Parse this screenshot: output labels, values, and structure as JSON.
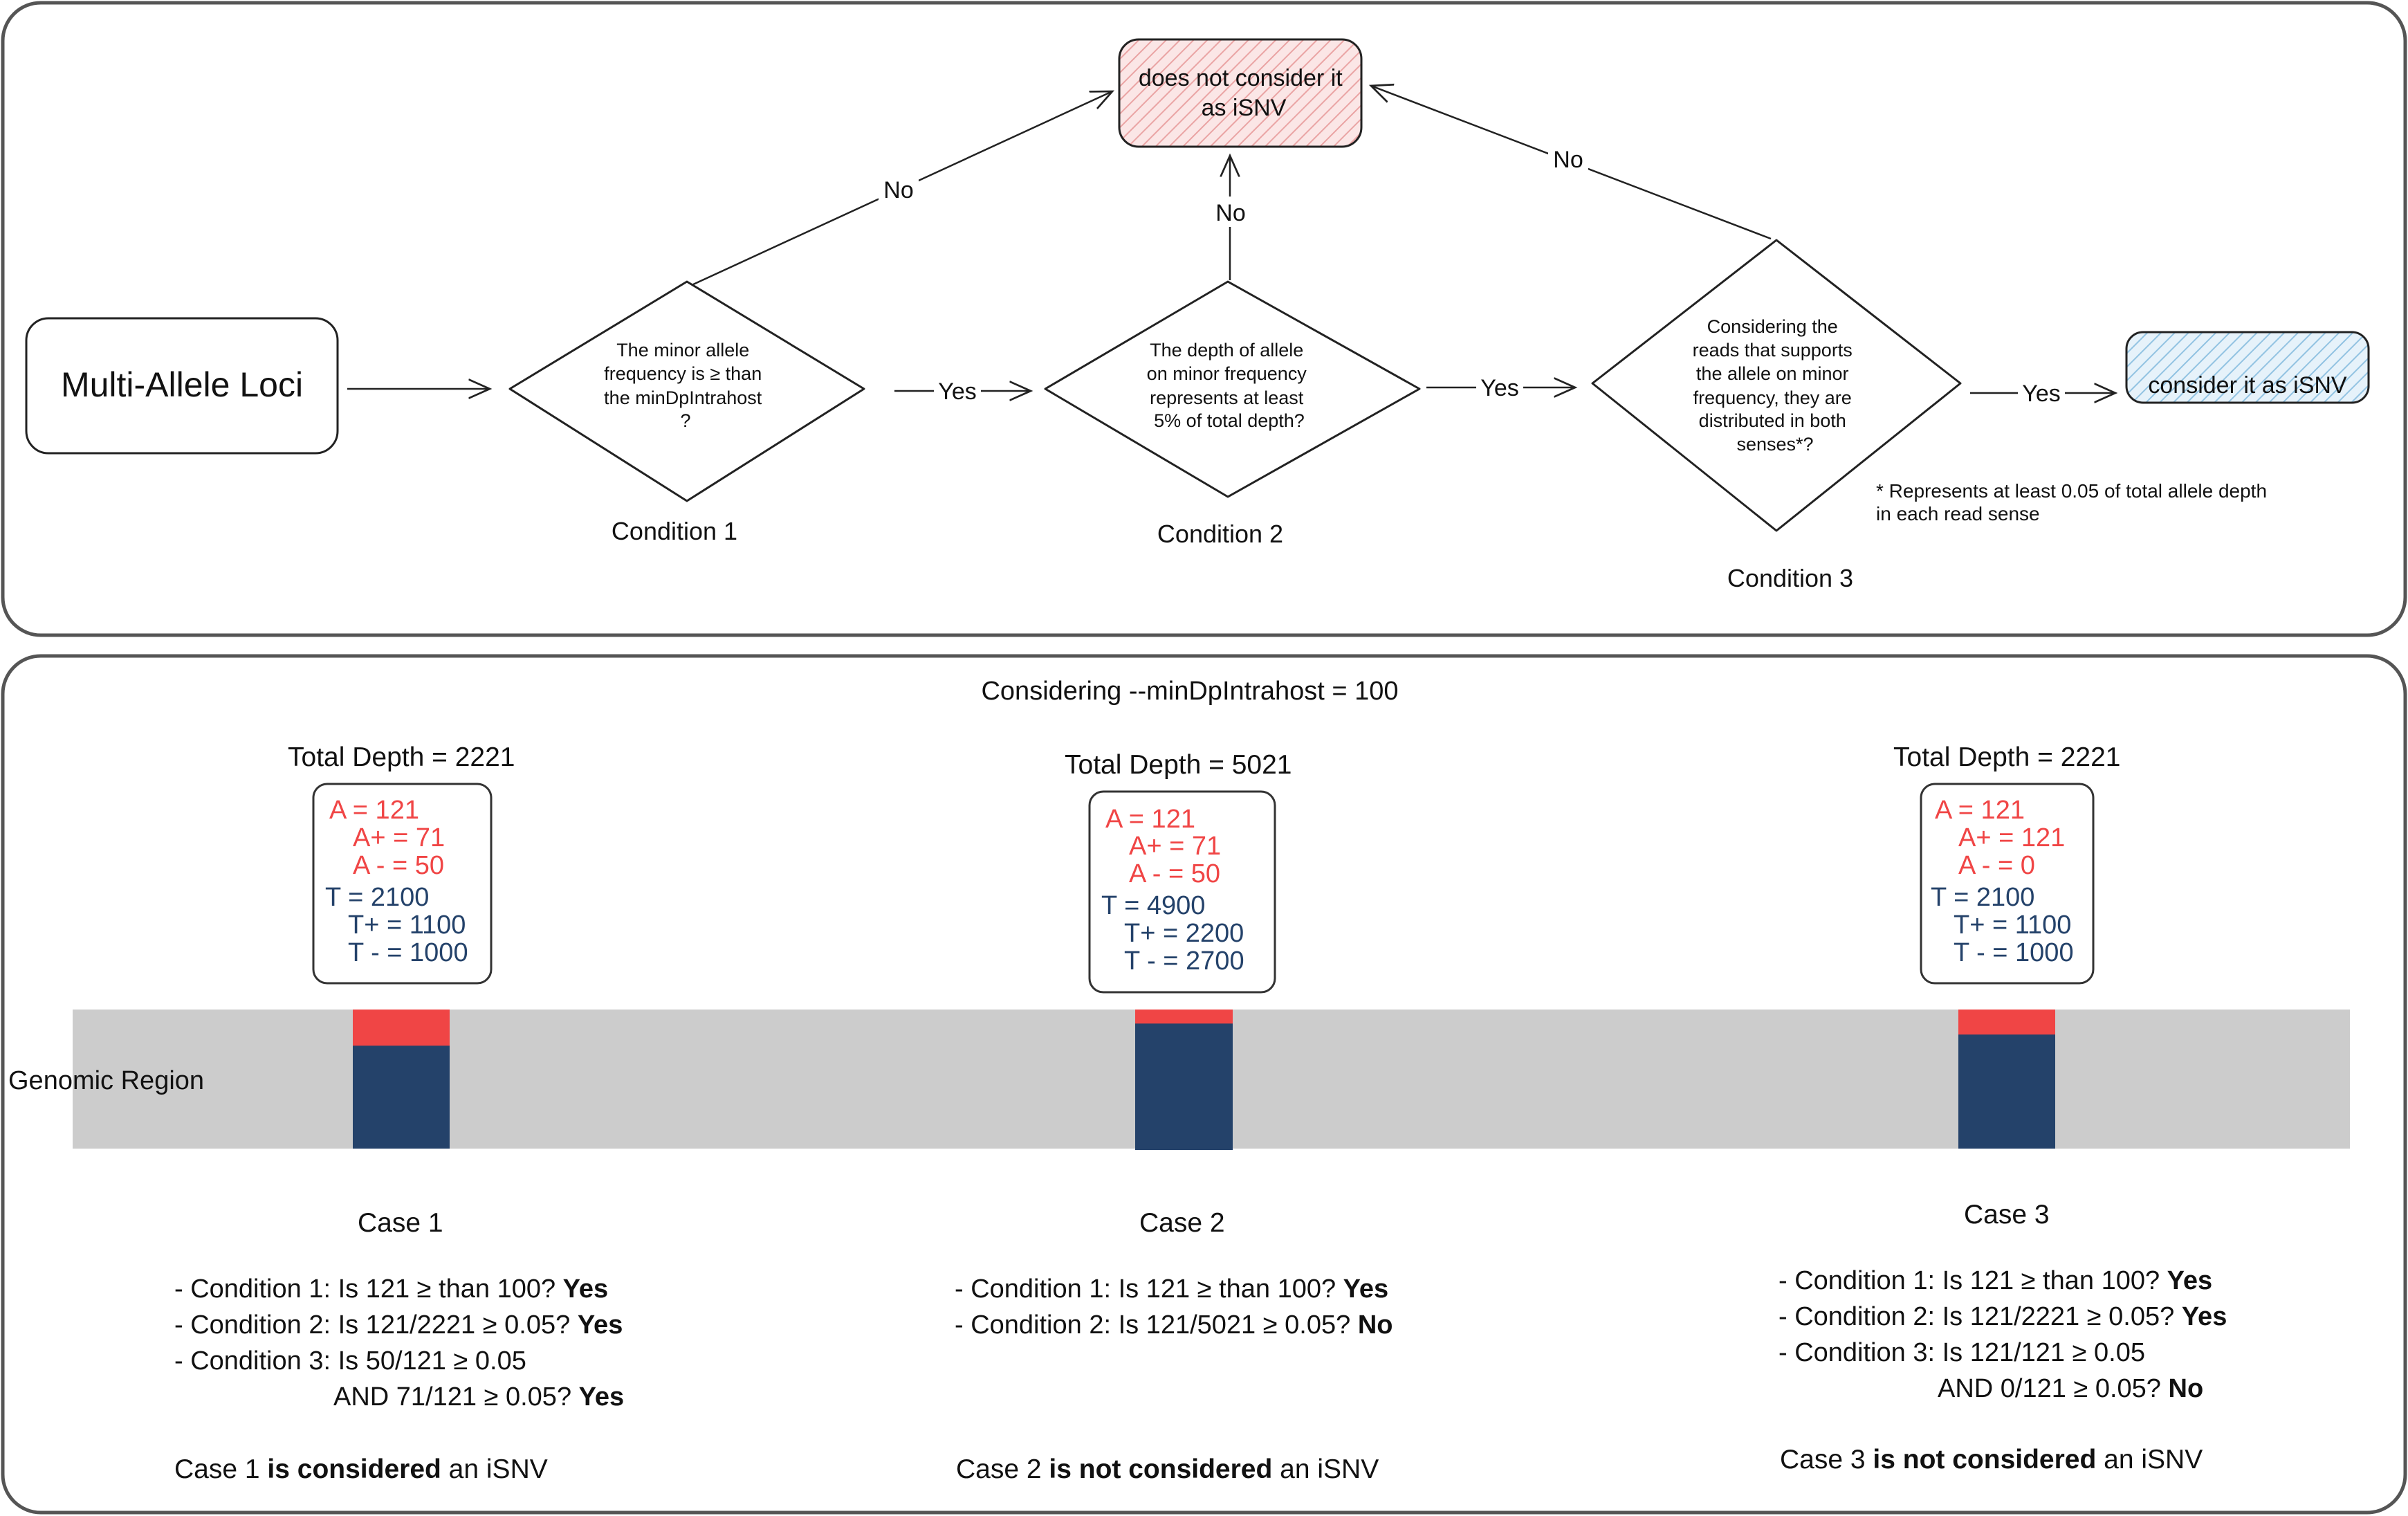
{
  "flow": {
    "start_label": "Multi-Allele Loci",
    "condition1": {
      "lines": [
        "The minor allele",
        "frequency is ≥ than",
        "the minDpIntrahost",
        "?"
      ],
      "caption": "Condition 1"
    },
    "condition2": {
      "lines": [
        "The depth of allele",
        "on minor frequency",
        "represents at least",
        "5% of total depth?"
      ],
      "caption": "Condition 2"
    },
    "condition3": {
      "lines": [
        "Considering the",
        "reads that supports",
        "the allele on minor",
        "frequency, they are",
        "distributed in both",
        "senses*?"
      ],
      "caption": "Condition 3"
    },
    "reject_box": {
      "lines": [
        "does not consider it",
        "as iSNV"
      ]
    },
    "accept_box": {
      "label": "consider it as iSNV"
    },
    "yes": "Yes",
    "no": "No",
    "footnote": [
      "* Represents at least 0.05 of total allele depth",
      "in each read sense"
    ],
    "colors": {
      "reject_fill": "#f6d3d3",
      "accept_fill": "#cde4f2"
    }
  },
  "example": {
    "header": "Considering --minDpIntrahost = 100",
    "region_label": "Genomic Region",
    "colors": {
      "minor": "#f04545",
      "major": "#24426a",
      "region": "#cccccc"
    },
    "cases": [
      {
        "total": "Total Depth = 2221",
        "counts": {
          "a": "A = 121",
          "a_plus": "A+ = 71",
          "a_minus": "A - = 50",
          "t": "T = 2100",
          "t_plus": "T+ = 1100",
          "t_minus": "T - = 1000"
        },
        "minor_fraction": 0.26,
        "title": "Case 1",
        "conds": [
          {
            "text": "- Condition 1: Is 121 ≥ than 100? ",
            "ans": "Yes"
          },
          {
            "text": "- Condition 2: Is 121/2221 ≥ 0.05? ",
            "ans": "Yes"
          },
          {
            "text": "- Condition 3: Is 50/121  ≥ 0.05",
            "ans": ""
          },
          {
            "text": "AND 71/121  ≥ 0.05? ",
            "ans": "Yes"
          }
        ],
        "verdict": {
          "pre": "Case 1 ",
          "bold": "is considered",
          "post": " an iSNV"
        }
      },
      {
        "total": "Total Depth = 5021",
        "counts": {
          "a": "A = 121",
          "a_plus": "A+ = 71",
          "a_minus": "A - = 50",
          "t": "T = 4900",
          "t_plus": "T+ = 2200",
          "t_minus": "T - = 2700"
        },
        "minor_fraction": 0.1,
        "title": "Case 2",
        "conds": [
          {
            "text": "- Condition 1: Is 121 ≥ than 100? ",
            "ans": "Yes"
          },
          {
            "text": "- Condition 2: Is 121/5021 ≥ 0.05? ",
            "ans": "No"
          }
        ],
        "verdict": {
          "pre": "Case 2 ",
          "bold": "is not considered",
          "post": " an iSNV"
        }
      },
      {
        "total": "Total Depth = 2221",
        "counts": {
          "a": "A = 121",
          "a_plus": "A+ = 121",
          "a_minus": "A - = 0",
          "t": "T = 2100",
          "t_plus": "T+ = 1100",
          "t_minus": "T - = 1000"
        },
        "minor_fraction": 0.18,
        "title": "Case 3",
        "conds": [
          {
            "text": "- Condition 1: Is 121 ≥ than 100? ",
            "ans": "Yes"
          },
          {
            "text": "- Condition 2: Is 121/2221 ≥ 0.05? ",
            "ans": "Yes"
          },
          {
            "text": "- Condition 3: Is 121/121  ≥ 0.05",
            "ans": ""
          },
          {
            "text": "AND 0/121  ≥ 0.05? ",
            "ans": "No"
          }
        ],
        "verdict": {
          "pre": "Case 3 ",
          "bold": "is not considered",
          "post": " an iSNV"
        }
      }
    ]
  }
}
